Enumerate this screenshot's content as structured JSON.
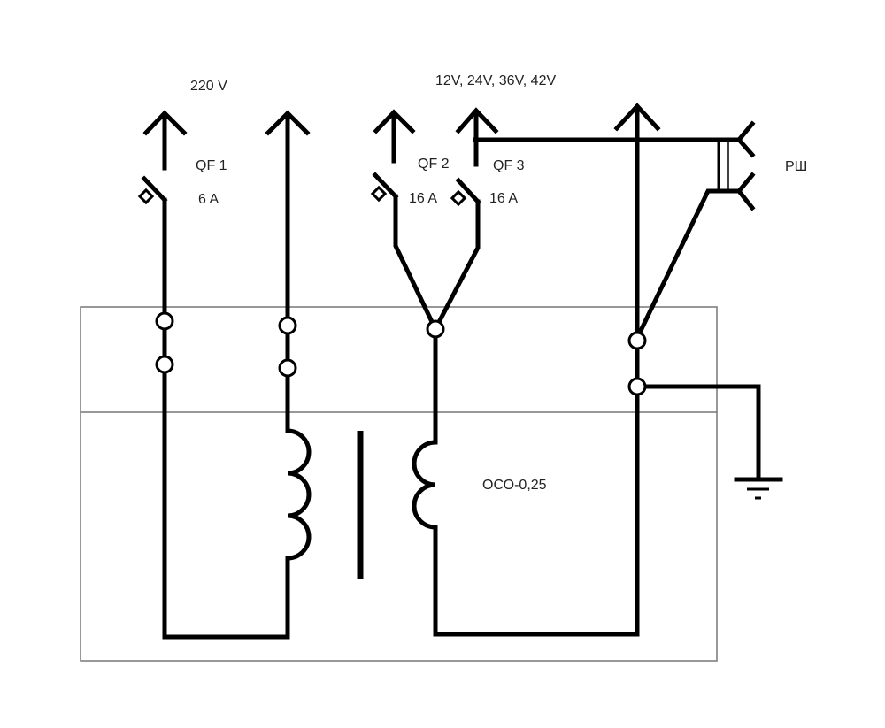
{
  "labels": {
    "voltage_primary": "220 V",
    "voltage_secondary": "12V, 24V, 36V, 42V",
    "breaker1_name": "QF 1",
    "breaker1_rating": "6 A",
    "breaker2_name": "QF 2",
    "breaker2_rating": "16 A",
    "breaker3_name": "QF 3",
    "breaker3_rating": "16 A",
    "socket": "РШ",
    "transformer": "ОСО-0,25"
  }
}
